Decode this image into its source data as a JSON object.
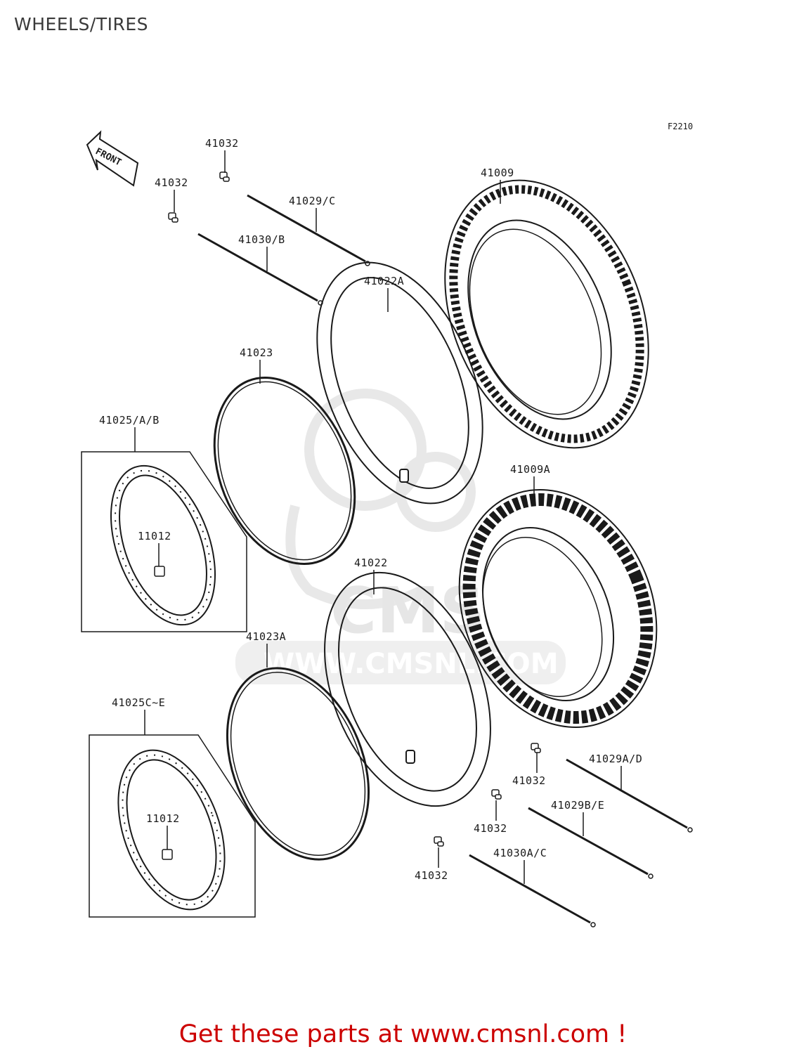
{
  "header": {
    "title": "WHEELS/TIRES"
  },
  "figure_ref": "F2210",
  "front_arrow_label": "FRONT",
  "watermark": {
    "site": "WWW.CMSNL.COM",
    "logo": "CMS"
  },
  "parts": {
    "p41032_a": "41032",
    "p41032_b": "41032",
    "p41032_c": "41032",
    "p41032_d": "41032",
    "p41032_e": "41032",
    "p41029c": "41029/C",
    "p41030b": "41030/B",
    "p41009": "41009",
    "p41022a": "41022A",
    "p41023": "41023",
    "p41025ab": "41025/A/B",
    "p11012_a": "11012",
    "p41009a": "41009A",
    "p41022": "41022",
    "p41023a": "41023A",
    "p41025ce": "41025C~E",
    "p11012_b": "11012",
    "p41029ad": "41029A/D",
    "p41029be": "41029B/E",
    "p41030ac": "41030A/C"
  },
  "footer": {
    "text": "Get these parts at www.cmsnl.com !"
  },
  "colors": {
    "line": "#1a1a1a",
    "footer": "#cc0000",
    "watermark": "#e6e6e6"
  }
}
